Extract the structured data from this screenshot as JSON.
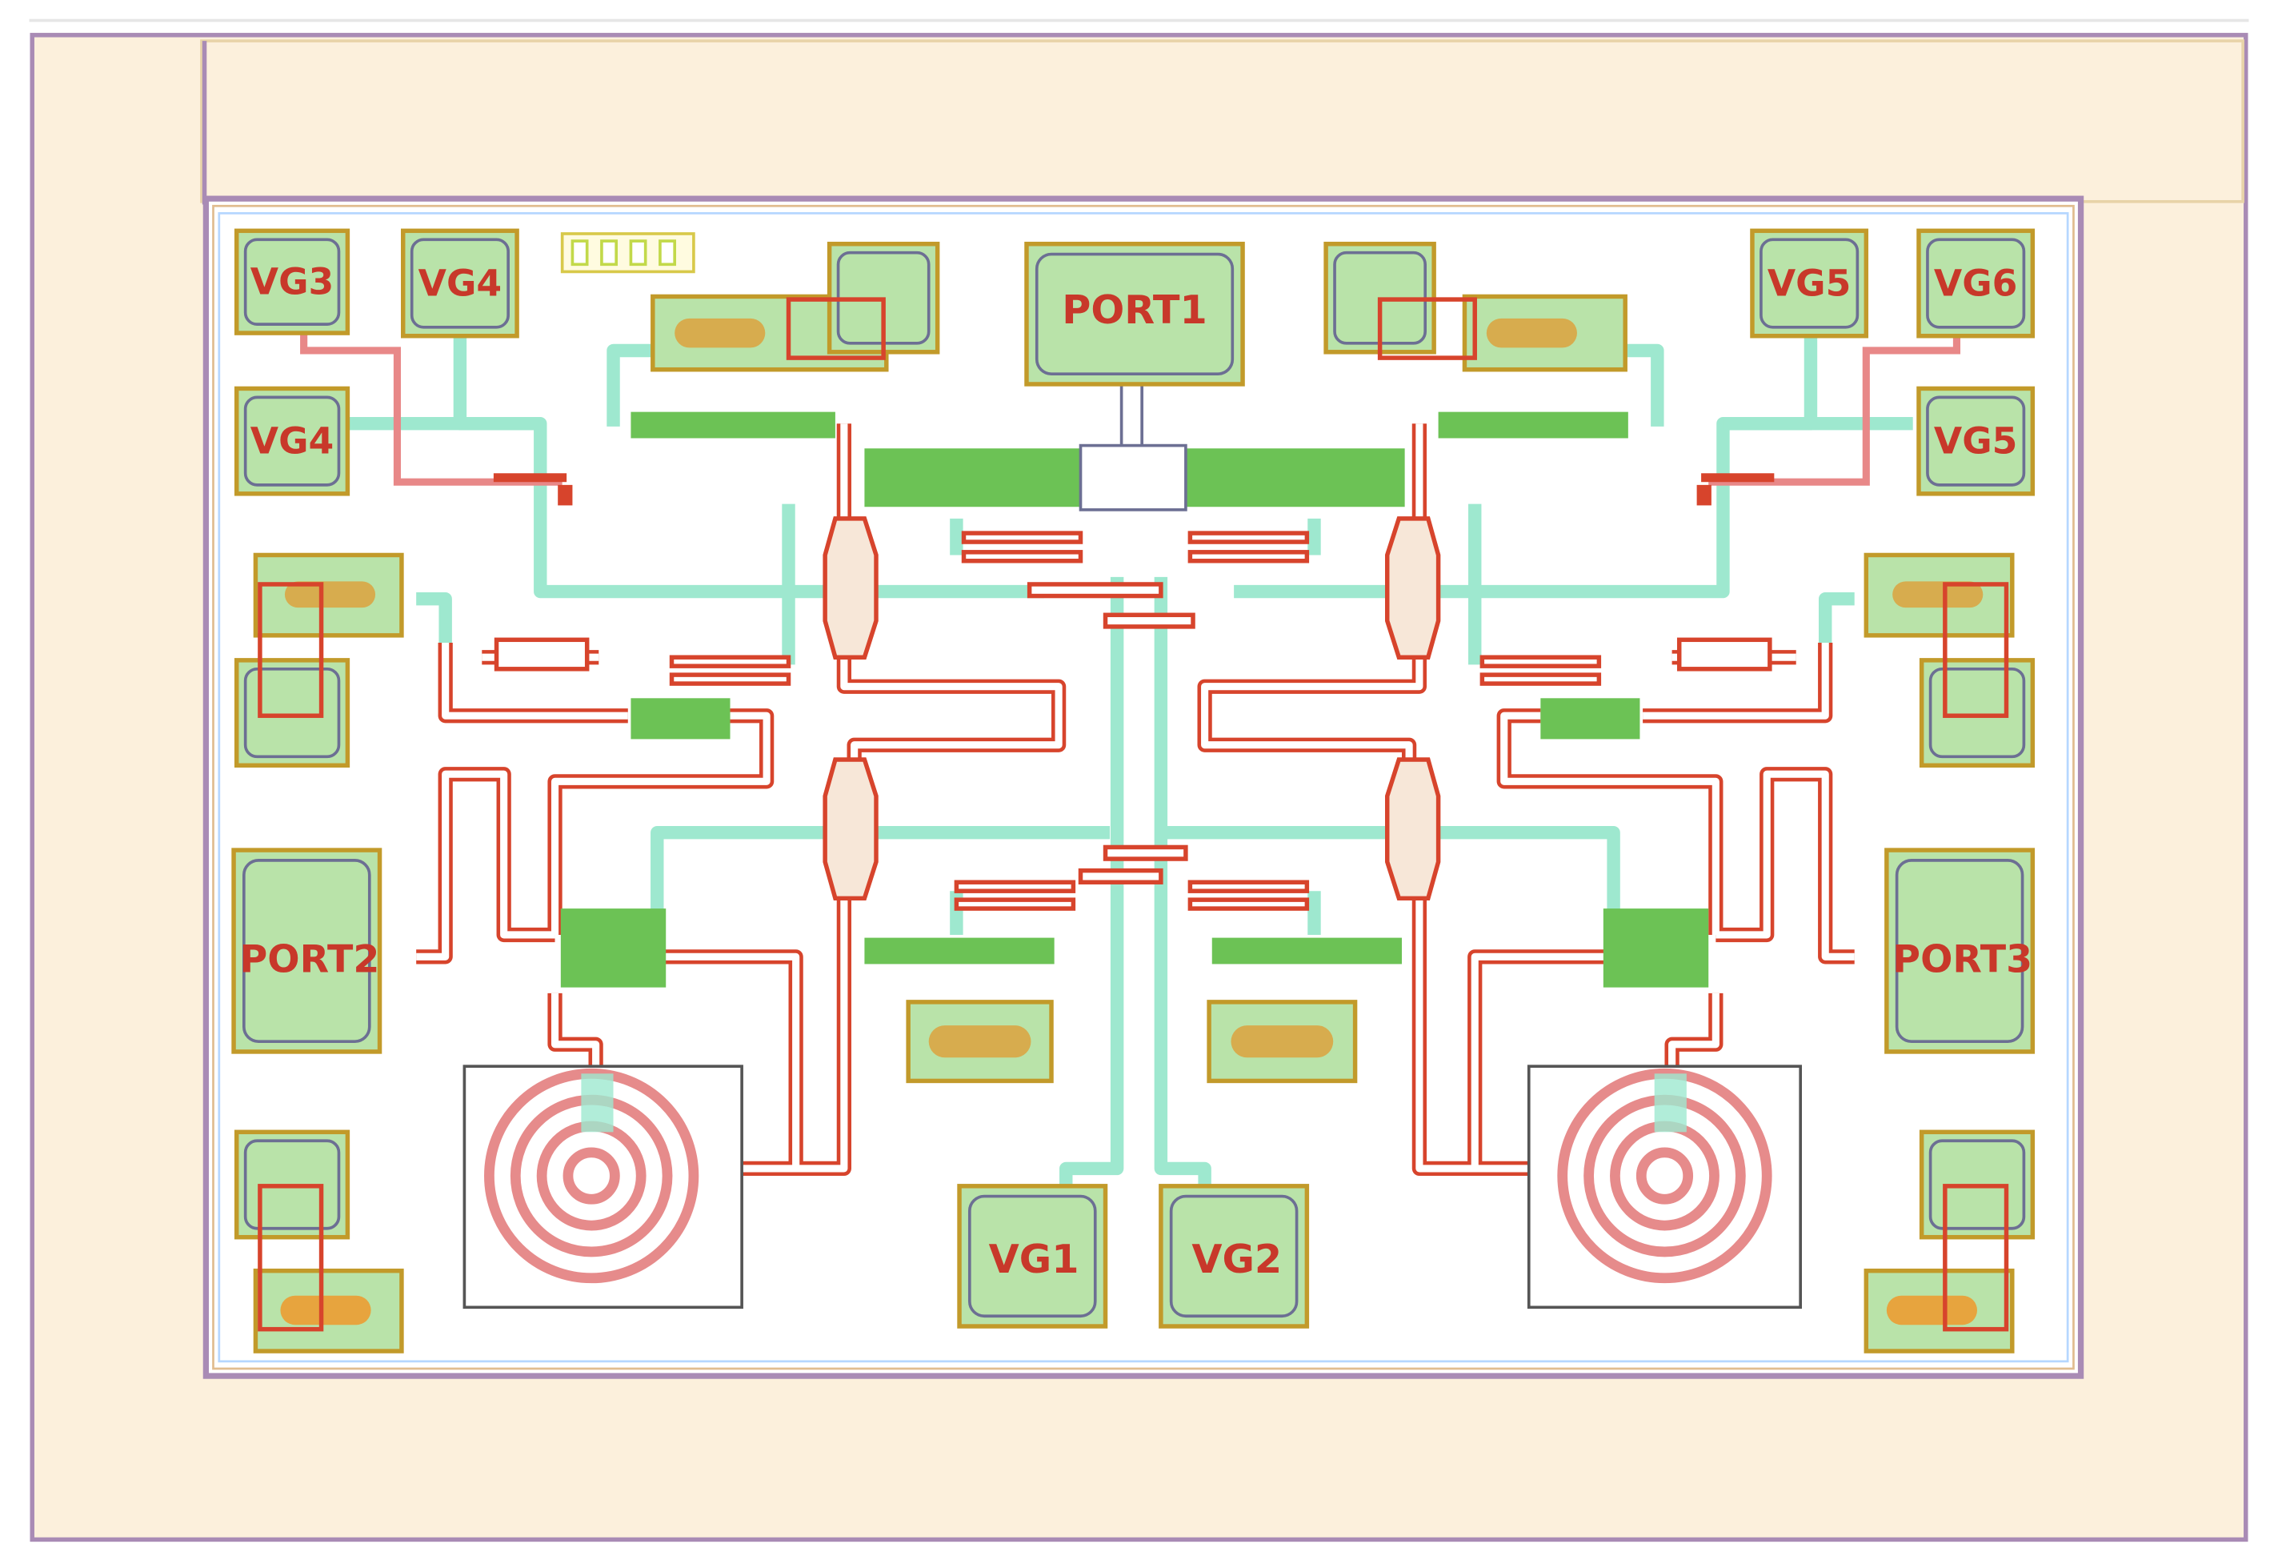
{
  "pads": {
    "port1": "PORT1",
    "port2": "PORT2",
    "port3": "PORT3",
    "vg1": "VG1",
    "vg2": "VG2",
    "vg3": "VG3",
    "vg4_top": "VG4",
    "vg4_side": "VG4",
    "vg5_top": "VG5",
    "vg5_side": "VG5",
    "vg6": "VG6"
  },
  "colors": {
    "substrate": "#fcf0dc",
    "substrate_edge": "#a98bb5",
    "die": "#ffffff",
    "pad_fill": "#b9e3a9",
    "pad_border": "#c29a2a",
    "pad_inner": "#6c6f93",
    "metal_green": "#6cc255",
    "trace_red": "#d7442c",
    "trace_cyan": "#9ee8cf",
    "capacitor_gold": "#d7ac4e"
  }
}
